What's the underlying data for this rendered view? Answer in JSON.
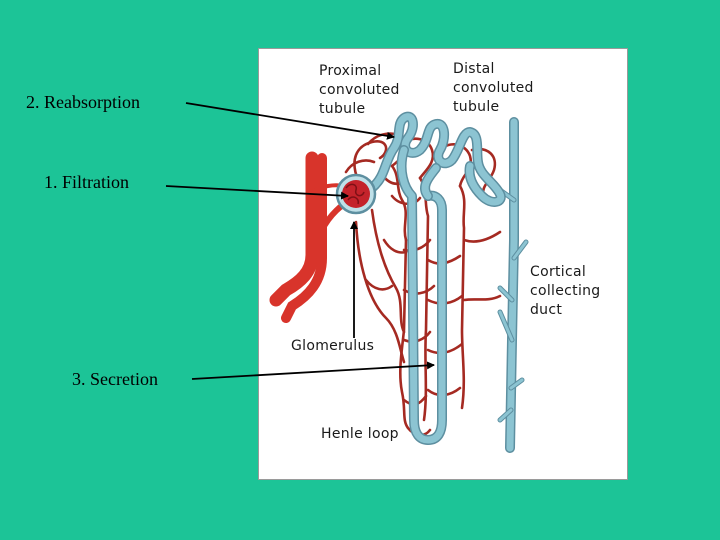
{
  "colors": {
    "background": "#1cc497",
    "artery": "#d8342b",
    "capillary": "#a52a22",
    "tubule_fill": "#8cc4d2",
    "tubule_edge": "#5d8fa0",
    "glomerulus": "#c4232b"
  },
  "steps": [
    {
      "label": "2. Reabsorption"
    },
    {
      "label": "1. Filtration"
    },
    {
      "label": "3. Secretion"
    }
  ],
  "diagram": {
    "labels": {
      "proximal": [
        "Proximal",
        "convoluted",
        "tubule"
      ],
      "distal": [
        "Distal",
        "convoluted",
        "tubule"
      ],
      "cortical": [
        "Cortical",
        "collecting",
        "duct"
      ],
      "glomerulus": "Glomerulus",
      "henle": "Henle loop"
    }
  }
}
